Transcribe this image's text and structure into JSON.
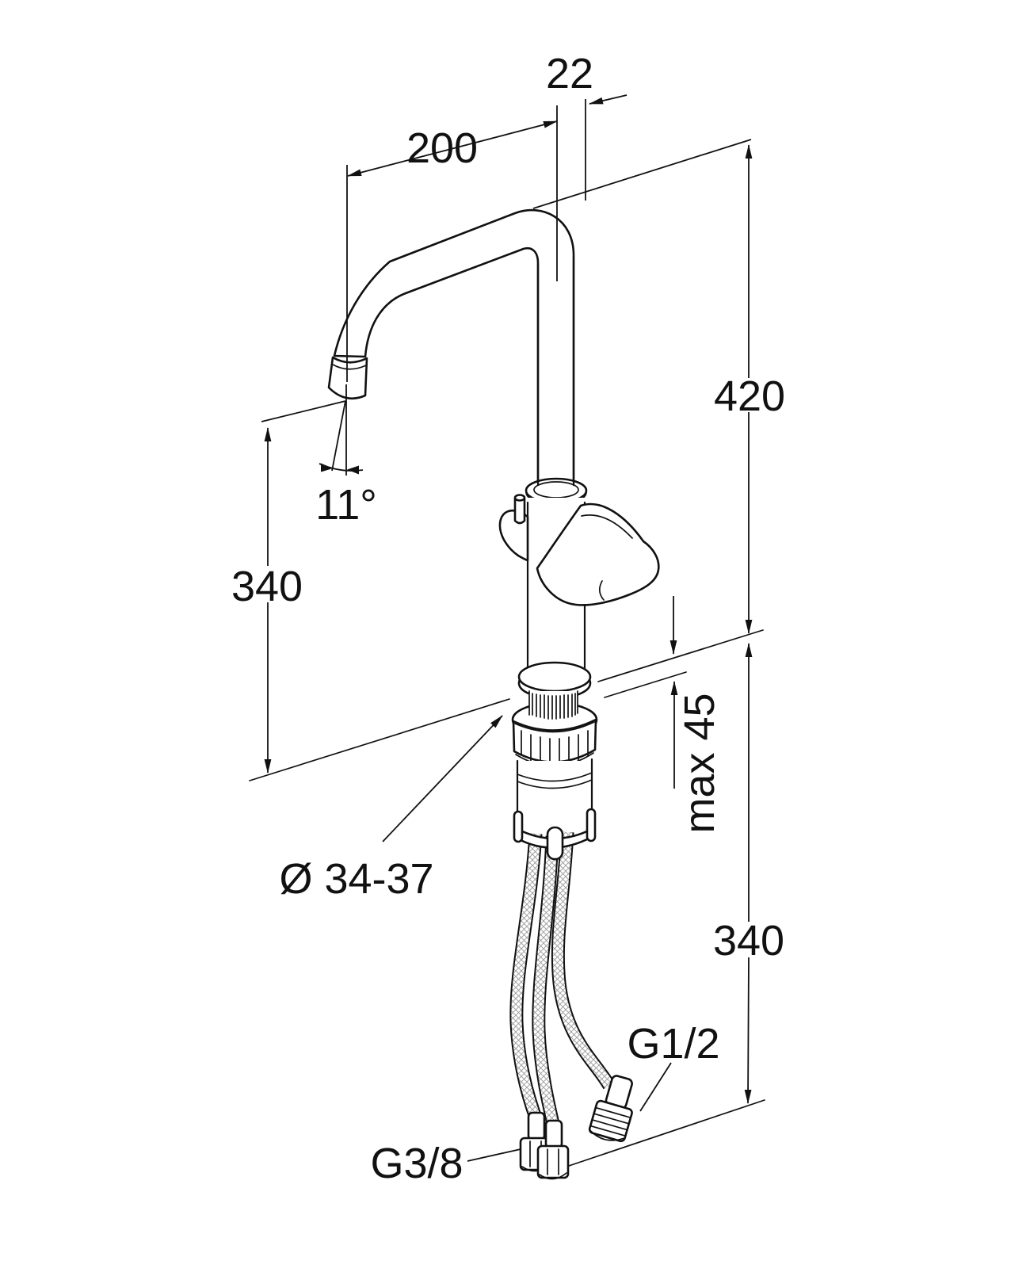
{
  "drawing": {
    "type": "technical-dimension-drawing",
    "subject": "single-lever kitchen mixer faucet with high swivel spout and supply hoses",
    "units": "mm",
    "labels": {
      "pipe_diameter": "22",
      "spout_reach": "200",
      "height_above_deck": "420",
      "spout_angle": "11°",
      "outlet_height_above_deck": "340",
      "max_deck_thickness": "max 45",
      "mounting_hole_diameter": "Ø 34-37",
      "hose_length_below_deck": "340",
      "dishwasher_connection_thread": "G1/2",
      "supply_connection_thread": "G3/8"
    },
    "colors": {
      "line": "#111111",
      "background": "#ffffff",
      "hose_braid": "#9a9a9a"
    }
  }
}
